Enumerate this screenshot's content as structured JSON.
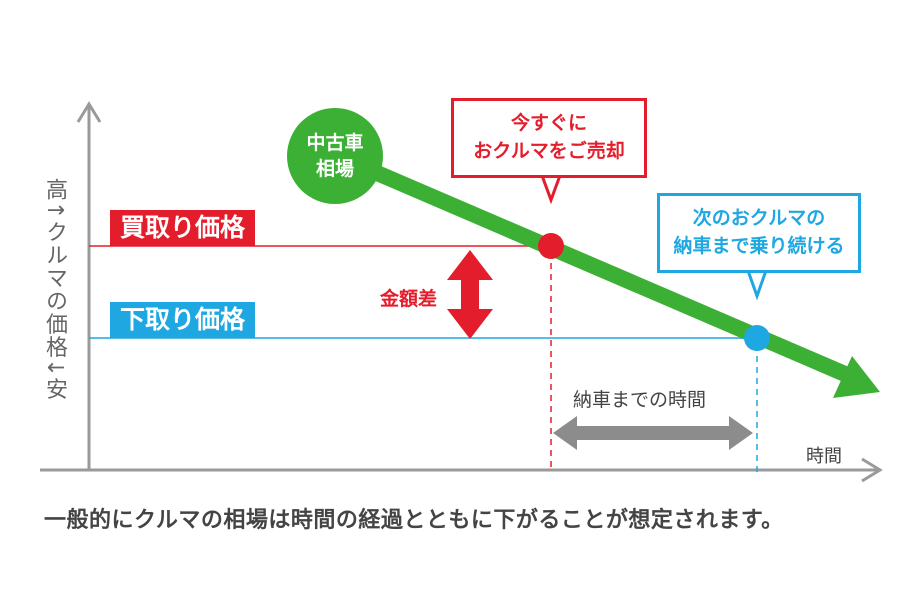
{
  "y_axis_label": "高↑クルマの価格↓安",
  "x_axis_label": "時間",
  "market_label": {
    "line1": "中古車",
    "line2": "相場"
  },
  "buy_price_label": "買取り価格",
  "trade_in_price_label": "下取り価格",
  "callout_sell_now": {
    "line1": "今すぐに",
    "line2": "おクルマをご売却"
  },
  "callout_keep_driving": {
    "line1": "次のおクルマの",
    "line2": "納車まで乗り続ける"
  },
  "difference_label": "金額差",
  "period_label": "納車までの時間",
  "caption": "一般的にクルマの相場は時間の経過とともに下がることが想定されます。",
  "colors": {
    "market_line": "#3cb035",
    "buy_price": "#e31d2b",
    "trade_in_price": "#1ea7e1",
    "axis": "#9a9a9a",
    "period_arrow": "#8c8c8c"
  }
}
